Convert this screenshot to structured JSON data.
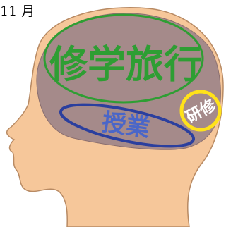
{
  "header": {
    "month_text": "11 月"
  },
  "head": {
    "skin_color": "#f6c79a",
    "outline_color": "#b88a63",
    "brain_color": "#a58a8a"
  },
  "regions": [
    {
      "label": "修学旅行",
      "text_color": "#2e9e33",
      "outline_color": "#2e9e33"
    },
    {
      "label": "授業",
      "text_color": "#4a66c8",
      "outline_color": "#2b3f9e"
    },
    {
      "label": "研修",
      "text_color": "#ffffff",
      "outline_color": "#ffe21a"
    }
  ]
}
